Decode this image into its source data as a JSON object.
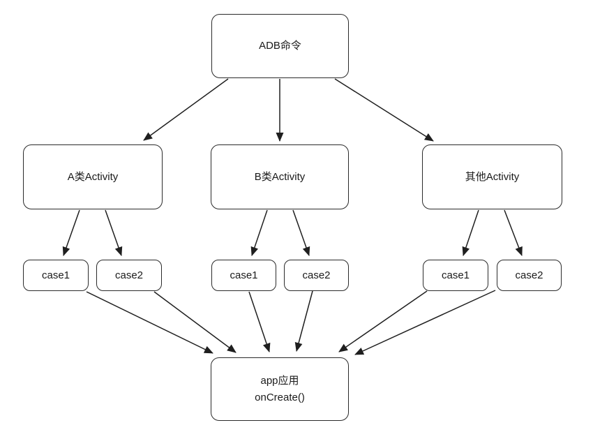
{
  "diagram": {
    "type": "flowchart",
    "background_color": "#ffffff",
    "stroke_color": "#1f1f1f",
    "text_color": "#1a1a1a",
    "nodes": {
      "adb": {
        "label": "ADB命令"
      },
      "activity_a": {
        "label": "A类Activity"
      },
      "activity_b": {
        "label": "B类Activity"
      },
      "activity_other": {
        "label": "其他Activity"
      },
      "case_a1": {
        "label": "case1"
      },
      "case_a2": {
        "label": "case2"
      },
      "case_b1": {
        "label": "case1"
      },
      "case_b2": {
        "label": "case2"
      },
      "case_o1": {
        "label": "case1"
      },
      "case_o2": {
        "label": "case2"
      },
      "app": {
        "line1": "app应用",
        "line2": "onCreate()"
      }
    },
    "edges": [
      {
        "from": "adb",
        "to": "activity_a"
      },
      {
        "from": "adb",
        "to": "activity_b"
      },
      {
        "from": "adb",
        "to": "activity_other"
      },
      {
        "from": "activity_a",
        "to": "case_a1"
      },
      {
        "from": "activity_a",
        "to": "case_a2"
      },
      {
        "from": "activity_b",
        "to": "case_b1"
      },
      {
        "from": "activity_b",
        "to": "case_b2"
      },
      {
        "from": "activity_other",
        "to": "case_o1"
      },
      {
        "from": "activity_other",
        "to": "case_o2"
      },
      {
        "from": "case_a1",
        "to": "app"
      },
      {
        "from": "case_a2",
        "to": "app"
      },
      {
        "from": "case_b1",
        "to": "app"
      },
      {
        "from": "case_b2",
        "to": "app"
      },
      {
        "from": "case_o1",
        "to": "app"
      },
      {
        "from": "case_o2",
        "to": "app"
      }
    ]
  }
}
